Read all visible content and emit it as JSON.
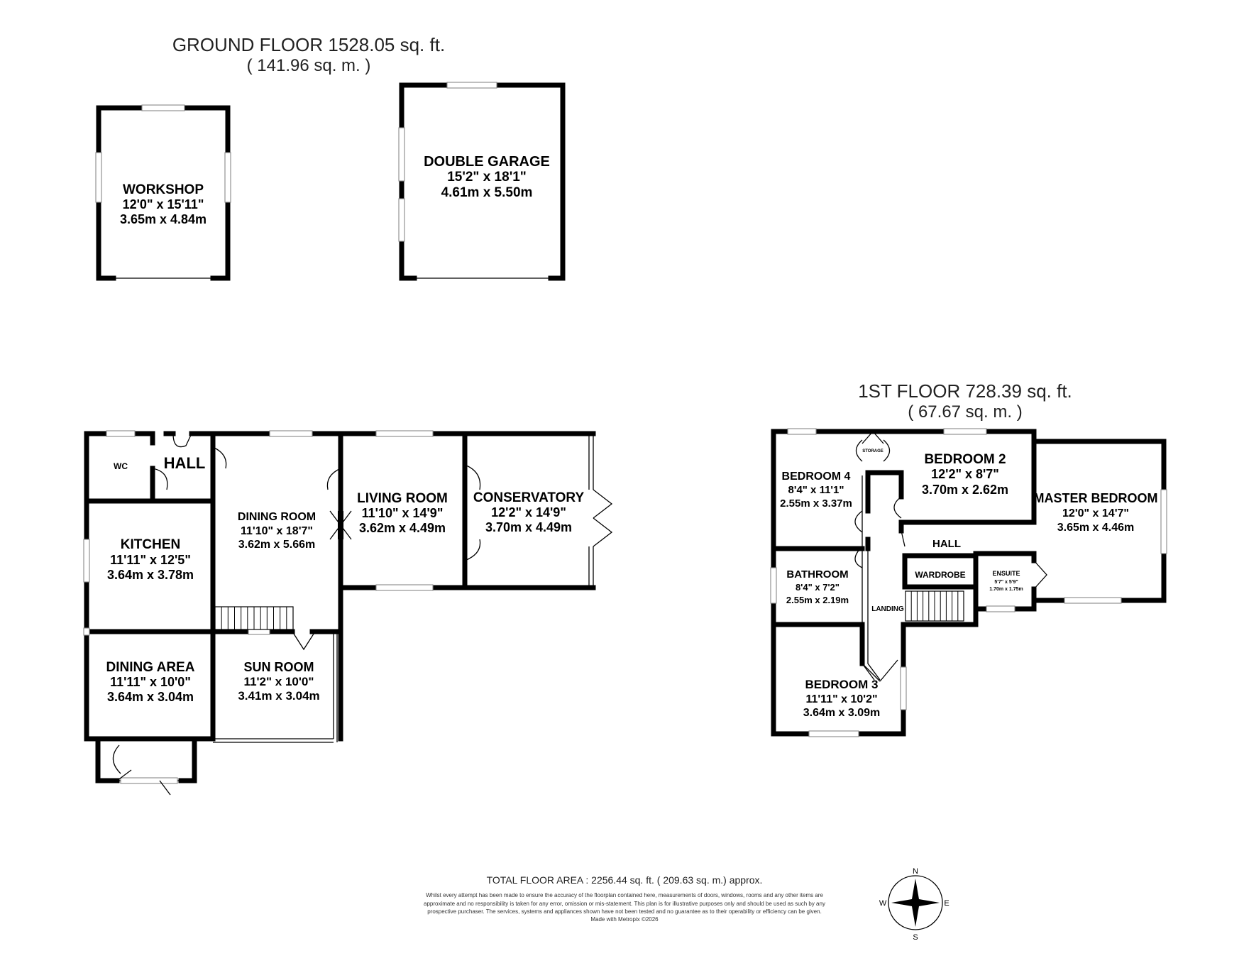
{
  "ground_floor": {
    "title": "GROUND FLOOR 1528.05 sq. ft.",
    "subtitle": "( 141.96 sq. m. )",
    "rooms": [
      {
        "name": "WORKSHOP",
        "imperial": "12'0\" x 15'11\"",
        "metric": "3.65m x 4.84m"
      },
      {
        "name": "DOUBLE GARAGE",
        "imperial": "15'2\" x 18'1\"",
        "metric": "4.61m x 5.50m"
      },
      {
        "name": "WC"
      },
      {
        "name": "HALL"
      },
      {
        "name": "KITCHEN",
        "imperial": "11'11\" x 12'5\"",
        "metric": "3.64m x 3.78m"
      },
      {
        "name": "DINING ROOM",
        "imperial": "11'10\" x 18'7\"",
        "metric": "3.62m x 5.66m"
      },
      {
        "name": "LIVING ROOM",
        "imperial": "11'10\" x 14'9\"",
        "metric": "3.62m x 4.49m"
      },
      {
        "name": "CONSERVATORY",
        "imperial": "12'2\" x 14'9\"",
        "metric": "3.70m x 4.49m"
      },
      {
        "name": "DINING AREA",
        "imperial": "11'11\" x 10'0\"",
        "metric": "3.64m x 3.04m"
      },
      {
        "name": "SUN ROOM",
        "imperial": "11'2\" x 10'0\"",
        "metric": "3.41m x 3.04m"
      }
    ]
  },
  "first_floor": {
    "title": "1ST FLOOR 728.39 sq. ft.",
    "subtitle": "( 67.67 sq. m. )",
    "rooms": [
      {
        "name": "BEDROOM 4",
        "imperial": "8'4\" x 11'1\"",
        "metric": "2.55m x 3.37m"
      },
      {
        "name": "STORAGE"
      },
      {
        "name": "BEDROOM 2",
        "imperial": "12'2\" x 8'7\"",
        "metric": "3.70m x 2.62m"
      },
      {
        "name": "MASTER BEDROOM",
        "imperial": "12'0\" x 14'7\"",
        "metric": "3.65m x 4.46m"
      },
      {
        "name": "HALL"
      },
      {
        "name": "WARDROBE"
      },
      {
        "name": "ENSUITE",
        "imperial": "5'7\" x 5'9\"",
        "metric": "1.70m x 1.75m"
      },
      {
        "name": "BATHROOM",
        "imperial": "8'4\" x 7'2\"",
        "metric": "2.55m x 2.19m"
      },
      {
        "name": "LANDING"
      },
      {
        "name": "BEDROOM 3",
        "imperial": "11'11\" x 10'2\"",
        "metric": "3.64m x 3.09m"
      }
    ]
  },
  "footer": {
    "total_area": "TOTAL FLOOR AREA : 2256.44 sq. ft. ( 209.63 sq. m.) approx.",
    "disclaimer": "Whilst every attempt has been made to ensure the accuracy of the floorplan contained here, measurements of doors, windows, rooms and any other items are approximate and no responsibility is taken for any error, omission or mis-statement. This plan is for illustrative purposes only and should be used as such by any prospective purchaser. The services, systems and appliances shown have not been tested and no guarantee as to their operability or efficiency can be given.",
    "made_with": "Made with Metropix ©2026"
  },
  "compass": {
    "n": "N",
    "s": "S",
    "e": "E",
    "w": "W"
  },
  "icons": {
    "compass": "compass-rose-icon",
    "stairs": "staircase-icon"
  }
}
